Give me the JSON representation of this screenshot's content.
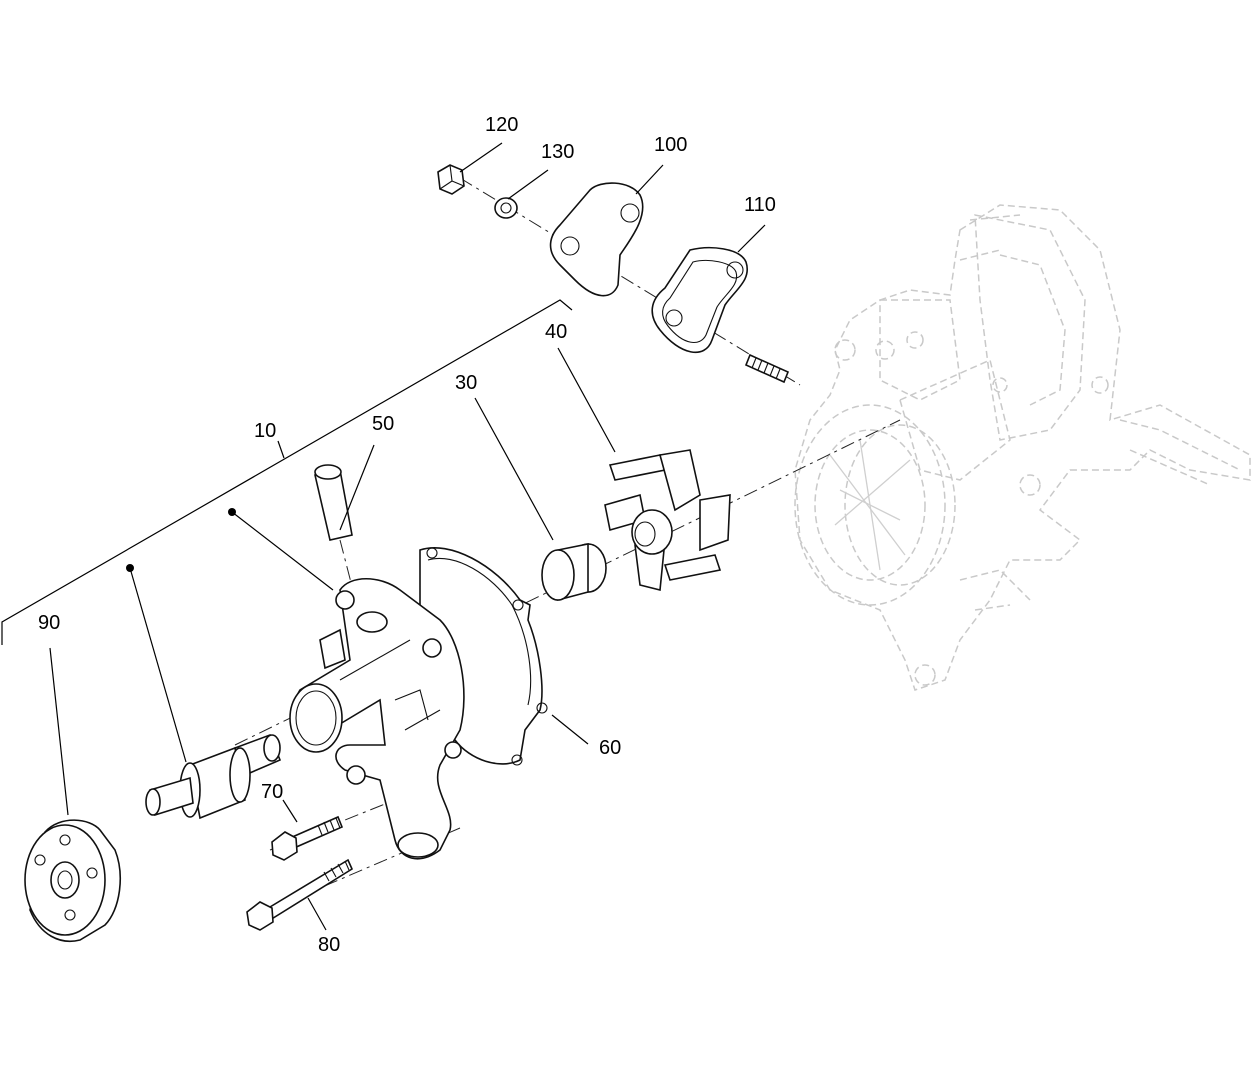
{
  "diagram": {
    "callouts": {
      "c10": "10",
      "c30": "30",
      "c40": "40",
      "c50": "50",
      "c60": "60",
      "c70": "70",
      "c80": "80",
      "c90": "90",
      "c100": "100",
      "c110": "110",
      "c120": "120",
      "c130": "130"
    }
  }
}
